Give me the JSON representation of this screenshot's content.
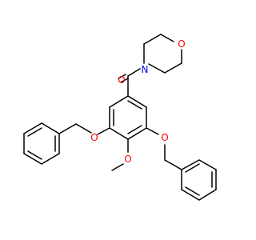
{
  "molecule": {
    "atoms": {
      "carbonyl_oxygen": "O",
      "morpholine_nitrogen": "N",
      "morpholine_oxygen": "O",
      "ether_oxygen_left": "O",
      "ether_oxygen_right": "O",
      "methoxy_oxygen": "O"
    },
    "colors": {
      "bond": "#000000",
      "oxygen": "#FF0000",
      "nitrogen": "#0000FF",
      "background": "#FFFFFF"
    }
  }
}
